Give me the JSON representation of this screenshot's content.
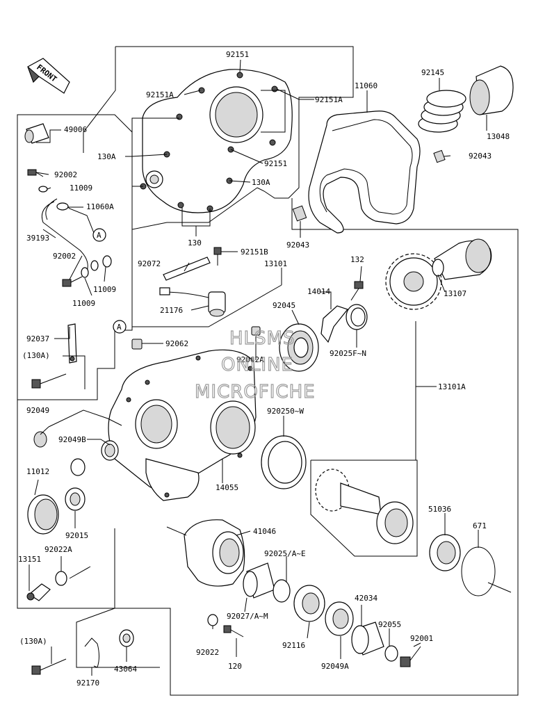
{
  "diagram": {
    "front_marker": "FRONT",
    "callout_letter": "A",
    "watermark": [
      "HLSMS",
      "ONLINE",
      "MICROFICHE"
    ],
    "labels": {
      "l92151_top": "92151",
      "l92151A_left": "92151A",
      "l92151A_right": "92151A",
      "l130A_left": "130A",
      "l130A_right": "130A",
      "l92151_mid": "92151",
      "l130": "130",
      "l11060": "11060",
      "l92145": "92145",
      "l13048": "13048",
      "l92043_right": "92043",
      "l92043_mid": "92043",
      "l49006": "49006",
      "l92002_top": "92002",
      "l11009_top": "11009",
      "l11060A": "11060A",
      "l39193": "39193",
      "l92002_mid": "92002",
      "l11009_right": "11009",
      "l11009_bottom": "11009",
      "l92151B": "92151B",
      "l92072": "92072",
      "l13101": "13101",
      "l132": "132",
      "l14014": "14014",
      "l92045": "92045",
      "l13107": "13107",
      "l21176": "21176",
      "l92025FN": "92025F~N",
      "l92037": "92037",
      "l130A_paren1": "(130A)",
      "l92062": "92062",
      "l92062A": "92062A",
      "l13101A": "13101A",
      "l92049": "92049",
      "l92049B": "92049B",
      "l920250W": "920250~W",
      "l11012": "11012",
      "l14055": "14055",
      "l92015": "92015",
      "l51036": "51036",
      "l671": "671",
      "l92022A": "92022A",
      "l41046": "41046",
      "l13151": "13151",
      "l92025AE": "92025/A~E",
      "l42034": "42034",
      "l92027AM": "92027/A~M",
      "l92055": "92055",
      "l92001": "92001",
      "l130A_paren2": "(130A)",
      "l92022": "92022",
      "l92116": "92116",
      "l43064": "43064",
      "l120": "120",
      "l92049A": "92049A",
      "l92170": "92170"
    }
  }
}
